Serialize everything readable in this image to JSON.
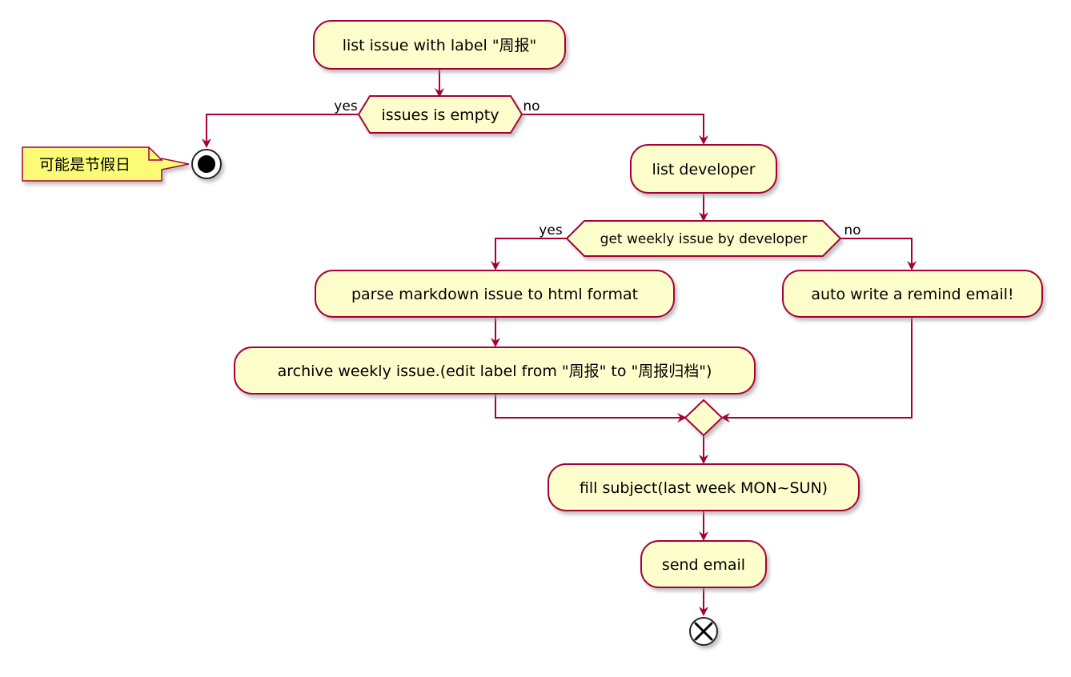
{
  "colors": {
    "node_fill": "#fefecd",
    "node_stroke": "#a80036",
    "arrow": "#a80036",
    "note_fill": "#fbfb77",
    "shadow": "#c8c8c8"
  },
  "nodes": {
    "list_issue": "list issue with label \"周报\"",
    "issues_empty": "issues is empty",
    "list_developer": "list developer",
    "get_weekly": "get weekly issue by developer",
    "parse_markdown": "parse markdown issue to html format",
    "remind_email": "auto write a remind email!",
    "archive": "archive weekly issue.(edit label from \"周报\" to \"周报归档\")",
    "fill_subject": "fill subject(last week MON~SUN)",
    "send_email": "send email"
  },
  "note": "可能是节假日",
  "labels": {
    "yes1": "yes",
    "no1": "no",
    "yes2": "yes",
    "no2": "no"
  }
}
